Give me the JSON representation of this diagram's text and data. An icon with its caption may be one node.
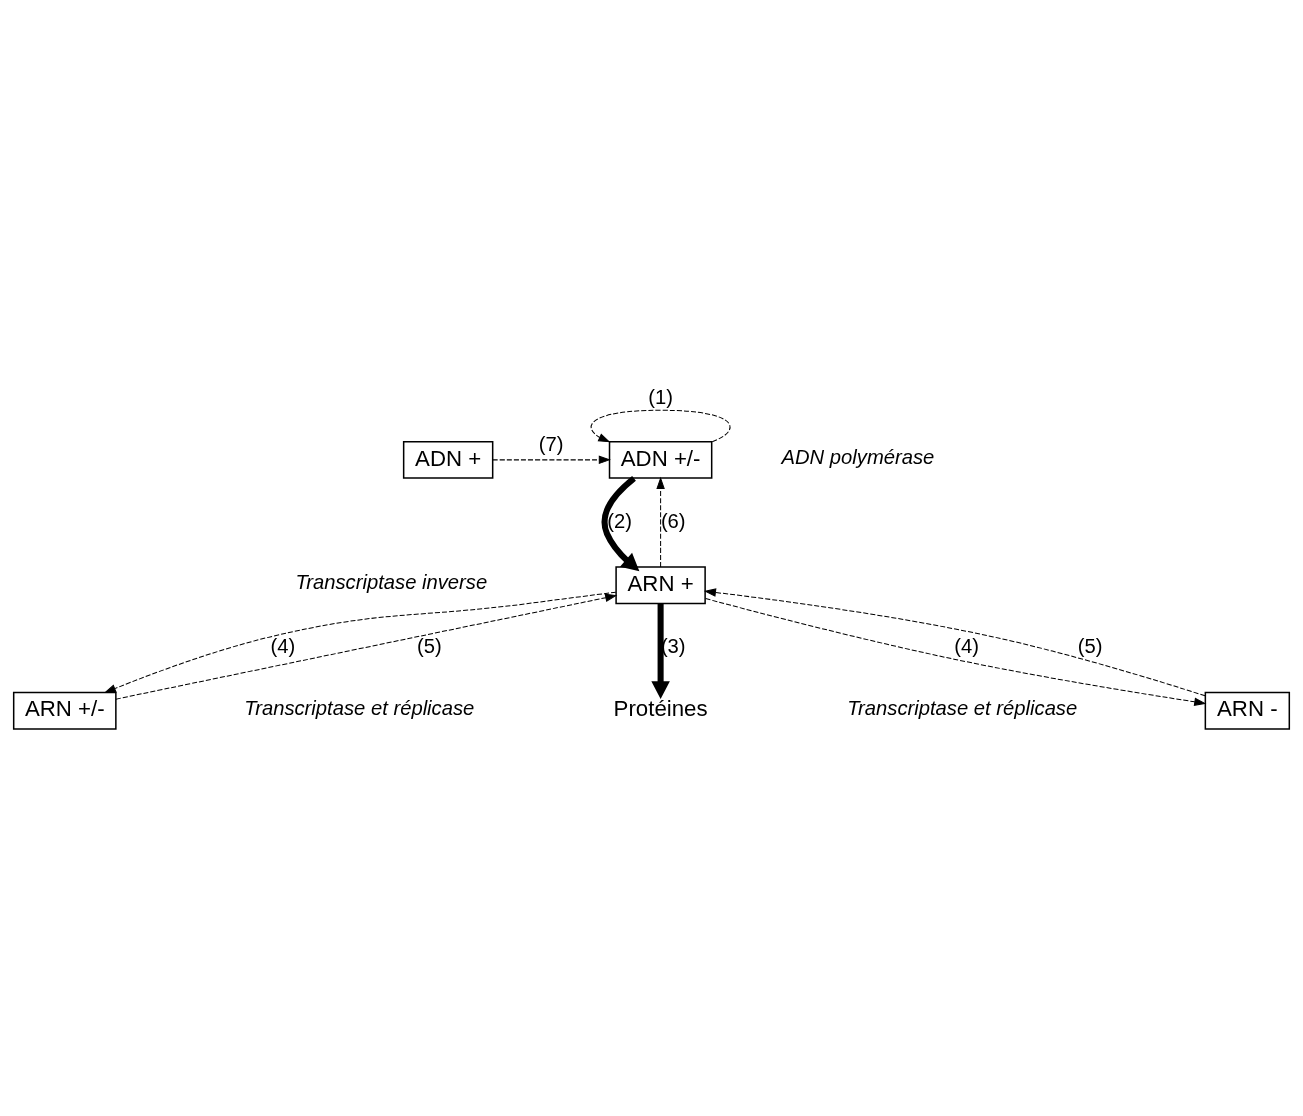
{
  "diagram": {
    "nodes": [
      {
        "text": [
          "ADN +"
        ]
      },
      {
        "text": [
          "ADN +/-"
        ]
      },
      {
        "text": [
          "ARN +"
        ]
      },
      {
        "text": [
          "ARN +/-"
        ]
      },
      {
        "text": [
          "ARN -"
        ]
      },
      {
        "text": [
          "Protéines"
        ]
      }
    ],
    "edges": [
      {
        "from": 0,
        "to": 1,
        "arrow": "to",
        "style": "dashed",
        "label": "(7)"
      },
      {
        "from": 1,
        "to": 1,
        "arrow": "to",
        "style": "dashed",
        "label": "(1)"
      },
      {
        "from": 1,
        "to": 2,
        "arrow": "to",
        "style": "thick",
        "label": "(2)"
      },
      {
        "from": 2,
        "to": 1,
        "arrow": "to",
        "style": "dashed",
        "label": "(6)"
      },
      {
        "from": 3,
        "to": 2,
        "arrow": "to",
        "style": "dashed",
        "label": "(5)"
      },
      {
        "from": 2,
        "to": 3,
        "arrow": "to",
        "style": "dashed",
        "label": "(4)"
      },
      {
        "from": 4,
        "to": 2,
        "arrow": "to",
        "style": "dashed",
        "label": "(5)"
      },
      {
        "from": 2,
        "to": 4,
        "arrow": "to",
        "style": "dashed",
        "label": "(4)"
      },
      {
        "from": 2,
        "to": 5,
        "arrow": "to",
        "style": "thick",
        "label": "(3)"
      }
    ],
    "labels": [
      "ADN polymérase",
      "Transcriptase inverse",
      "Transcriptase et réplicase",
      "Transcriptase et réplicase"
    ]
  }
}
